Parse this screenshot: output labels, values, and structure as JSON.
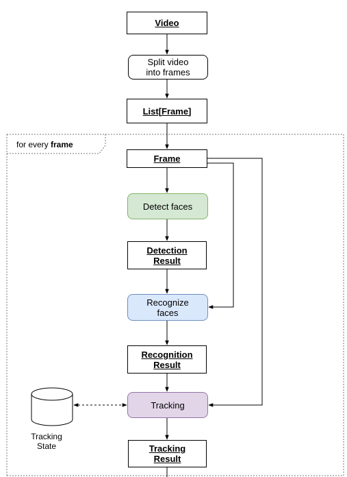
{
  "nodes": {
    "video": "Video",
    "split": "Split video into frames",
    "list_frame": "List[Frame]",
    "frame": "Frame",
    "detect": "Detect faces",
    "detection_result": "Detection Result",
    "recognize": "Recognize faces",
    "recognition_result": "Recognition Result",
    "tracking": "Tracking",
    "tracking_result": "Tracking Result"
  },
  "loop_label_prefix": "for every ",
  "loop_label_bold": "frame",
  "store_label": "Tracking State",
  "colors": {
    "detect_fill": "#d5e8d4",
    "recognize_fill": "#dae8fc",
    "tracking_fill": "#e1d5e7"
  }
}
